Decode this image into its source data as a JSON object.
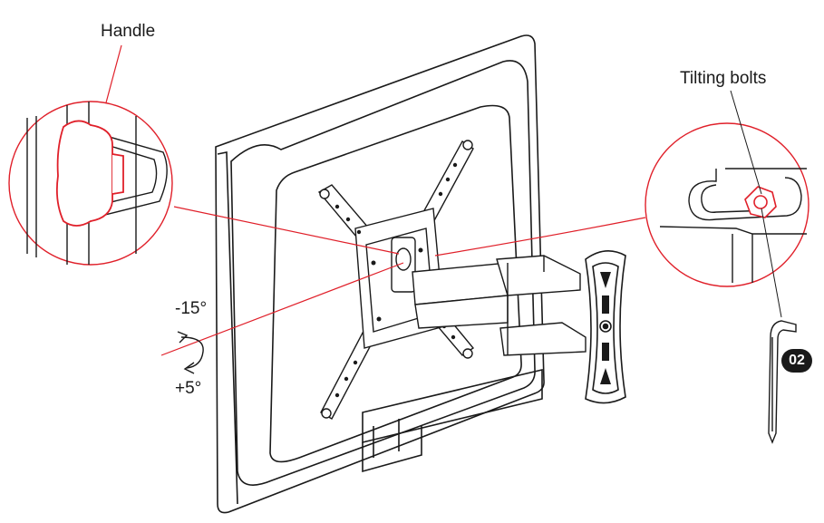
{
  "labels": {
    "handle": "Handle",
    "tilting_bolts": "Tilting bolts",
    "tilt_up": "-15°",
    "tilt_down": "+5°"
  },
  "badge": "02",
  "colors": {
    "line": "#1a1a1a",
    "accent": "#e0202a"
  }
}
